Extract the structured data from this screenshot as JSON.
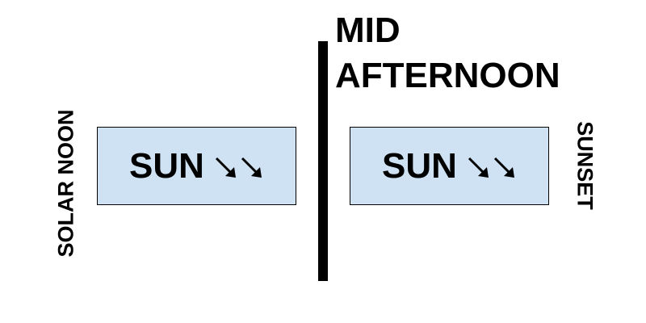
{
  "heading": {
    "line1": "MID",
    "line2": "AFTERNOON"
  },
  "left_label": "SOLAR NOON",
  "right_label": "SUNSET",
  "boxes": [
    {
      "text": "SUN",
      "icon": "down-right-arrows-icon"
    },
    {
      "text": "SUN",
      "icon": "down-right-arrows-icon"
    }
  ],
  "colors": {
    "box_fill": "#cfe2f3",
    "divider": "#000000",
    "text": "#000000"
  }
}
